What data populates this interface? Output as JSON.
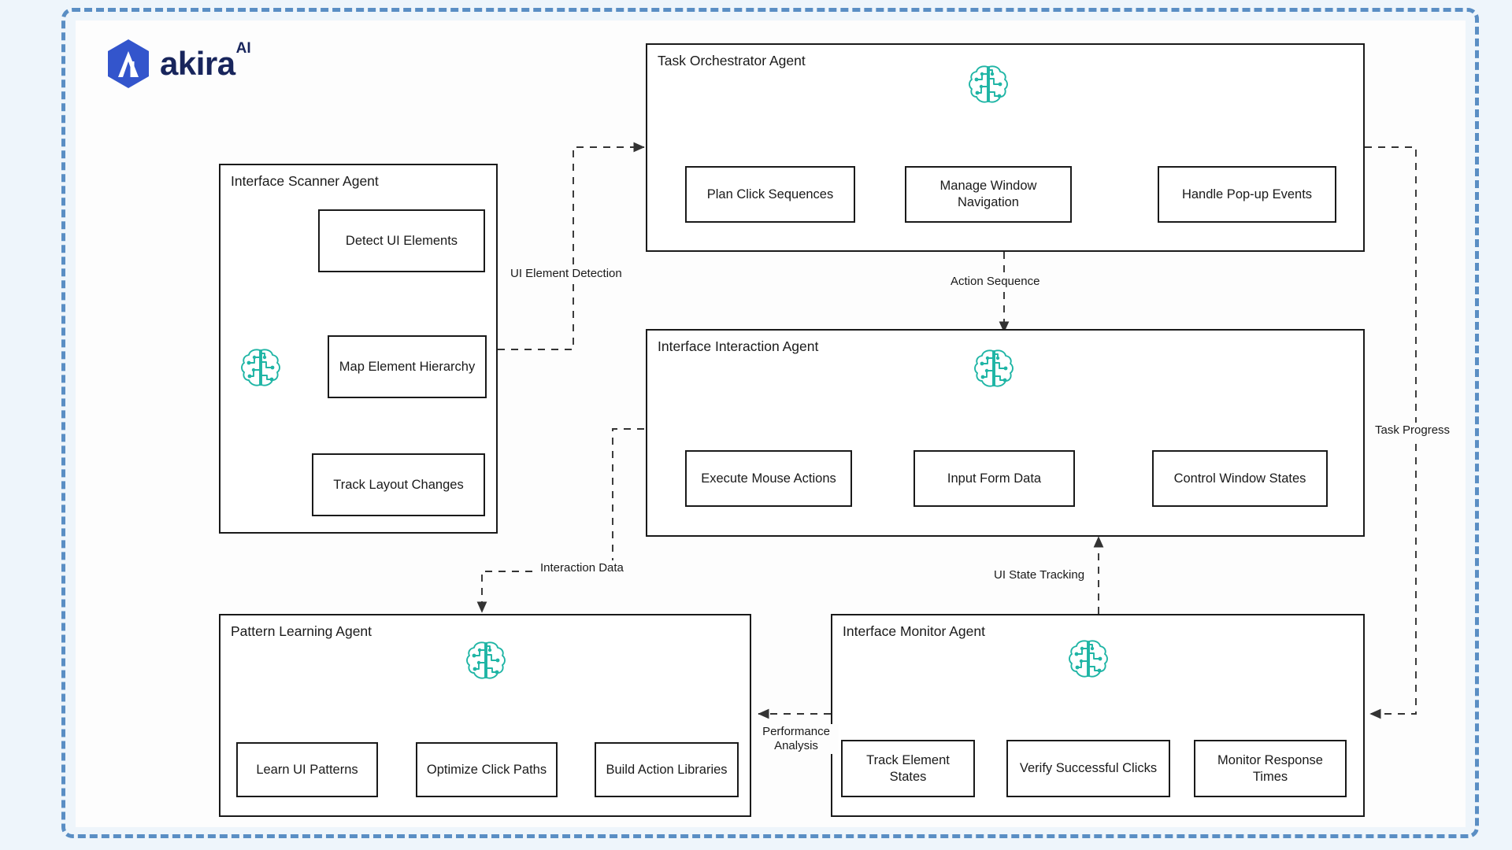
{
  "brand": {
    "name": "akira",
    "superscript": "AI",
    "logo_icon": "hexagon-a-logo-icon",
    "logo_color": "#3355cc",
    "wordmark_color": "#18255c"
  },
  "theme": {
    "frame_border": "#5a8ec4",
    "page_background": "#eef5fb",
    "stage_background": "#fdfdfd",
    "box_border": "#1a1a1a",
    "accent_brain": "#1fb5a5",
    "connector": "#333333"
  },
  "diagram": {
    "type": "agent-architecture",
    "agents": [
      {
        "id": "interface-scanner",
        "title": "Interface Scanner Agent",
        "brain_icon": "brain-circuit-icon",
        "layout": "left-fanout",
        "children": [
          {
            "label": "Detect UI Elements"
          },
          {
            "label": "Map Element Hierarchy"
          },
          {
            "label": "Track Layout Changes"
          }
        ]
      },
      {
        "id": "task-orchestrator",
        "title": "Task Orchestrator Agent",
        "brain_icon": "brain-circuit-icon",
        "layout": "top-fanout",
        "children": [
          {
            "label": "Plan Click Sequences"
          },
          {
            "label": "Manage Window Navigation"
          },
          {
            "label": "Handle Pop-up Events"
          }
        ]
      },
      {
        "id": "interface-interaction",
        "title": "Interface Interaction Agent",
        "brain_icon": "brain-circuit-icon",
        "layout": "top-fanout",
        "children": [
          {
            "label": "Execute Mouse Actions"
          },
          {
            "label": "Input Form Data"
          },
          {
            "label": "Control Window States"
          }
        ]
      },
      {
        "id": "pattern-learning",
        "title": "Pattern Learning Agent",
        "brain_icon": "brain-circuit-icon",
        "layout": "top-fanout",
        "children": [
          {
            "label": "Learn UI Patterns"
          },
          {
            "label": "Optimize Click Paths"
          },
          {
            "label": "Build Action Libraries"
          }
        ]
      },
      {
        "id": "interface-monitor",
        "title": "Interface Monitor Agent",
        "brain_icon": "brain-circuit-icon",
        "layout": "top-fanout",
        "children": [
          {
            "label": "Track Element States"
          },
          {
            "label": "Verify Successful Clicks"
          },
          {
            "label": "Monitor Response Times"
          }
        ]
      }
    ],
    "connections": [
      {
        "id": "ui-element-detection",
        "label": "UI Element Detection",
        "from": "interface-scanner",
        "to": "task-orchestrator",
        "style": "dashed"
      },
      {
        "id": "action-sequence",
        "label": "Action Sequence",
        "from": "task-orchestrator",
        "to": "interface-interaction",
        "style": "dashed"
      },
      {
        "id": "interaction-data",
        "label": "Interaction Data",
        "from": "interface-interaction",
        "to": "pattern-learning",
        "style": "dashed"
      },
      {
        "id": "ui-state-tracking",
        "label": "UI State Tracking",
        "from": "interface-monitor",
        "to": "interface-interaction",
        "style": "dashed"
      },
      {
        "id": "performance-analysis",
        "label": "Performance Analysis",
        "from": "interface-monitor",
        "to": "pattern-learning",
        "style": "dashed"
      },
      {
        "id": "task-progress",
        "label": "Task Progress",
        "from": "task-orchestrator",
        "to": "interface-monitor",
        "style": "dashed"
      }
    ]
  }
}
